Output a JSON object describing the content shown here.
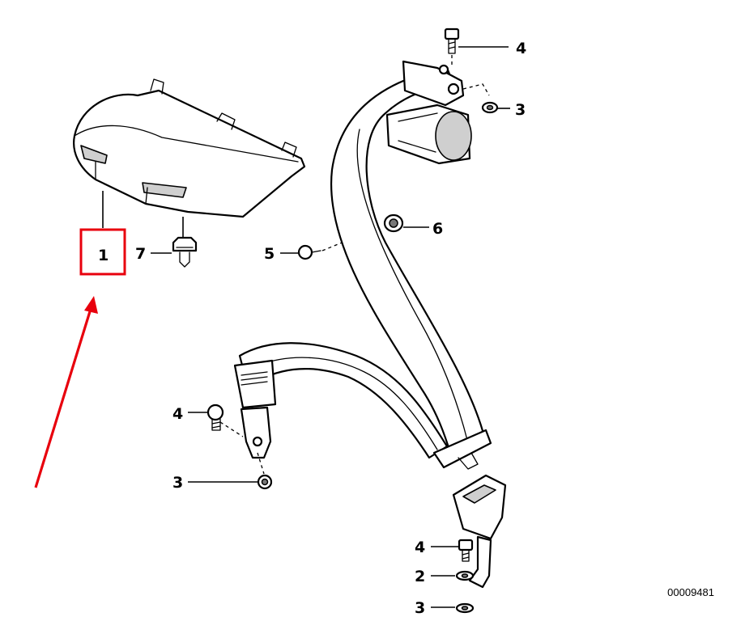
{
  "diagram": {
    "callouts": [
      {
        "key": "c4_top",
        "label": "4"
      },
      {
        "key": "c3_top",
        "label": "3"
      },
      {
        "key": "c1",
        "label": "1"
      },
      {
        "key": "c7",
        "label": "7"
      },
      {
        "key": "c5",
        "label": "5"
      },
      {
        "key": "c6",
        "label": "6"
      },
      {
        "key": "c4_mid",
        "label": "4"
      },
      {
        "key": "c3_mid",
        "label": "3"
      },
      {
        "key": "c4_bot",
        "label": "4"
      },
      {
        "key": "c2_bot",
        "label": "2"
      },
      {
        "key": "c3_bot",
        "label": "3"
      }
    ],
    "document_number": "00009481",
    "colors": {
      "highlight_box": "#e8000d",
      "arrow": "#e8000d",
      "line": "#000000",
      "shade": "#cfcfcf"
    },
    "highlighted_callout": "1"
  }
}
